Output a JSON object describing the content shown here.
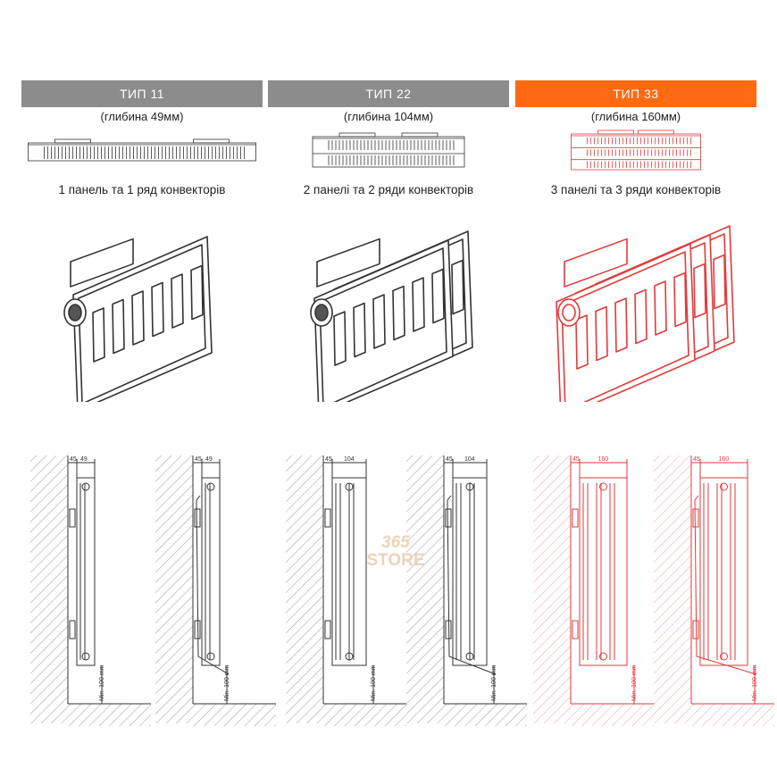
{
  "types": [
    {
      "header": "ТИП 11",
      "header_color": "#8c8c8c",
      "depth": "(глибина 49мм)",
      "desc": "1 панель та 1 ряд конвекторів",
      "line": "#333333",
      "panels": 1,
      "dims": {
        "a": "45",
        "b": "49"
      },
      "min": "Min. 100 mm"
    },
    {
      "header": "ТИП 22",
      "header_color": "#8c8c8c",
      "depth": "(глибина 104мм)",
      "desc": "2 панелі та 2 ряди конвекторів",
      "line": "#333333",
      "panels": 2,
      "dims": {
        "a": "45",
        "b": "104"
      },
      "min": "Min. 100 mm"
    },
    {
      "header": "ТИП 33",
      "header_color": "#ff6a13",
      "depth": "(глибина 160мм)",
      "desc": "3 панелі та 3 ряди конвекторів",
      "line": "#e23a3a",
      "panels": 3,
      "dims": {
        "a": "45",
        "b": "160"
      },
      "min": "Min. 100 mm"
    }
  ],
  "watermark": {
    "line1": "365",
    "line2": "STORE"
  }
}
